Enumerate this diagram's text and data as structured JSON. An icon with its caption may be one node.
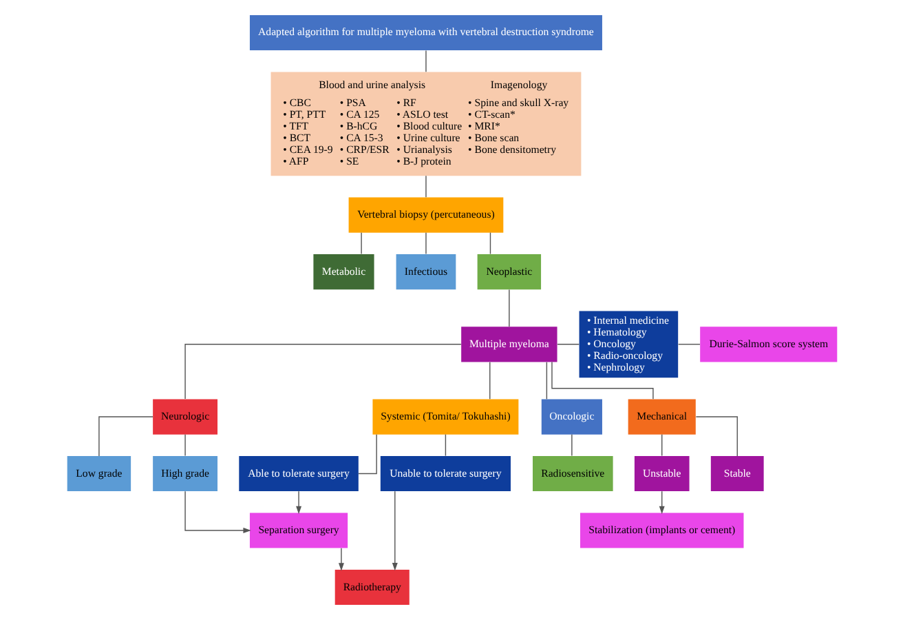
{
  "diagram": {
    "nodes": [
      {
        "text": [
          "Adapted algorithm for multiple myeloma with vertebral destruction syndrome"
        ]
      },
      {
        "text": [
          "Blood and urine analysis",
          "• CBC",
          "• PT, PTT",
          "• TFT",
          "• BCT",
          "• CEA 19-9",
          "• AFP",
          "• PSA",
          "• CA 125",
          "• B-hCG",
          "• CA 15-3",
          "• CRP/ESR",
          "• SE",
          "• RF",
          "• ASLO test",
          "• Blood culture",
          "• Urine culture",
          "• Urianalysis",
          "• B-J protein",
          "Imagenology",
          "• Spine and skull X-ray",
          "• CT-scan*",
          "• MRI*",
          "• Bone scan",
          "• Bone densitometry"
        ]
      },
      {
        "text": [
          "Vertebral biopsy (percutaneous)"
        ]
      },
      {
        "text": [
          "Metabolic"
        ]
      },
      {
        "text": [
          "Infectious"
        ]
      },
      {
        "text": [
          "Neoplastic"
        ]
      },
      {
        "text": [
          "Multiple myeloma"
        ]
      },
      {
        "text": [
          "• Internal medicine",
          "• Hematology",
          "• Oncology",
          "• Radio-oncology",
          "• Nephrology"
        ]
      },
      {
        "text": [
          "Durie-Salmon score system"
        ]
      },
      {
        "text": [
          "Neurologic"
        ]
      },
      {
        "text": [
          "Oncologic"
        ]
      },
      {
        "text": [
          "Mechanical"
        ]
      },
      {
        "text": [
          "Systemic (Tomita/ Tokuhashi)"
        ]
      },
      {
        "text": [
          "Low grade"
        ]
      },
      {
        "text": [
          "High grade"
        ]
      },
      {
        "text": [
          "Radiosensitive"
        ]
      },
      {
        "text": [
          "Stable"
        ]
      },
      {
        "text": [
          "Unstable"
        ]
      },
      {
        "text": [
          "Able to tolerate surgery"
        ]
      },
      {
        "text": [
          "Unable to tolerate surgery"
        ]
      },
      {
        "text": [
          "Separation surgery"
        ]
      },
      {
        "text": [
          "Stabilization (implants or cement)"
        ]
      },
      {
        "text": [
          "Radiotherapy"
        ]
      }
    ],
    "edges": [
      {
        "from": 0,
        "to": 1,
        "arrow": "none"
      },
      {
        "from": 1,
        "to": 2,
        "arrow": "none"
      },
      {
        "from": 2,
        "to": 3,
        "arrow": "none"
      },
      {
        "from": 2,
        "to": 4,
        "arrow": "none"
      },
      {
        "from": 2,
        "to": 5,
        "arrow": "none"
      },
      {
        "from": 5,
        "to": 6,
        "arrow": "none"
      },
      {
        "from": 6,
        "to": 7,
        "arrow": "none"
      },
      {
        "from": 7,
        "to": 8,
        "arrow": "none"
      },
      {
        "from": 6,
        "to": 9,
        "arrow": "none"
      },
      {
        "from": 6,
        "to": 10,
        "arrow": "none"
      },
      {
        "from": 6,
        "to": 11,
        "arrow": "none"
      },
      {
        "from": 6,
        "to": 12,
        "arrow": "none"
      },
      {
        "from": 9,
        "to": 13,
        "arrow": "none"
      },
      {
        "from": 9,
        "to": 14,
        "arrow": "none"
      },
      {
        "from": 10,
        "to": 15,
        "arrow": "none"
      },
      {
        "from": 11,
        "to": 16,
        "arrow": "none"
      },
      {
        "from": 11,
        "to": 17,
        "arrow": "none"
      },
      {
        "from": 12,
        "to": 18,
        "arrow": "none"
      },
      {
        "from": 12,
        "to": 19,
        "arrow": "none"
      },
      {
        "from": 14,
        "to": 20,
        "arrow": "to"
      },
      {
        "from": 17,
        "to": 21,
        "arrow": "to"
      },
      {
        "from": 20,
        "to": 22,
        "arrow": "to"
      },
      {
        "from": 18,
        "to": 20,
        "arrow": "to"
      },
      {
        "from": 19,
        "to": 22,
        "arrow": "to"
      }
    ]
  }
}
